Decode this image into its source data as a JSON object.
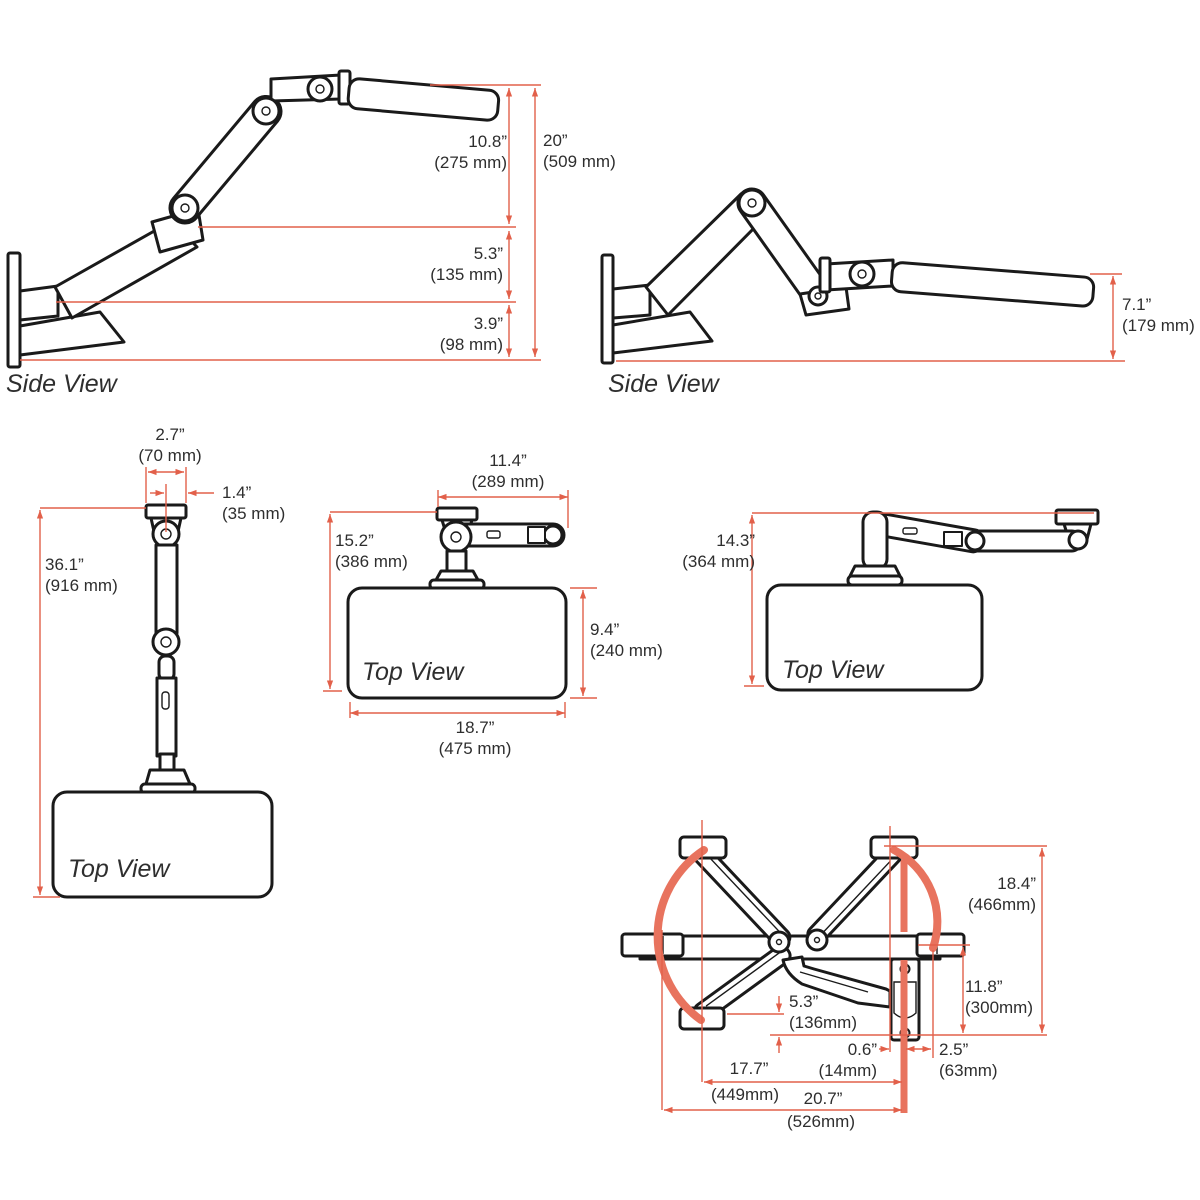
{
  "colors": {
    "dimension_line": "#e2604a",
    "motion_sweep": "#e8735e",
    "artwork_line": "#1a1a1a",
    "text": "#2e2e2e",
    "background": "#ffffff"
  },
  "views": {
    "side_view_raised": {
      "label": "Side View",
      "dims": {
        "upper_in": "10.8”",
        "upper_mm": "(275 mm)",
        "total_in": "20”",
        "total_mm": "(509 mm)",
        "middle_in": "5.3”",
        "middle_mm": "(135 mm)",
        "lower_in": "3.9”",
        "lower_mm": "(98 mm)"
      }
    },
    "side_view_lowered": {
      "label": "Side View",
      "dims": {
        "platform_in": "7.1”",
        "platform_mm": "(179 mm)"
      }
    },
    "top_view_extended": {
      "label": "Top View",
      "dims": {
        "mount_width_in": "2.7”",
        "mount_width_mm": "(70 mm)",
        "center_offset_in": "1.4”",
        "center_offset_mm": "(35 mm)",
        "reach_in": "36.1”",
        "reach_mm": "(916 mm)"
      }
    },
    "top_view_folded": {
      "label": "Top View",
      "dims": {
        "folded_width_in": "11.4”",
        "folded_width_mm": "(289 mm)",
        "folded_depth_in": "15.2”",
        "folded_depth_mm": "(386 mm)",
        "tray_depth_in": "9.4”",
        "tray_depth_mm": "(240 mm)",
        "tray_width_in": "18.7”",
        "tray_width_mm": "(475 mm)"
      }
    },
    "top_view_swung": {
      "label": "Top View",
      "dims": {
        "depth_in": "14.3”",
        "depth_mm": "(364 mm)"
      }
    },
    "range_of_motion": {
      "dims": {
        "above_in": "18.4”",
        "above_mm": "(466mm)",
        "below_in": "11.8”",
        "below_mm": "(300mm)",
        "drop_in": "5.3”",
        "drop_mm": "(136mm)",
        "offset_in": "0.6”",
        "offset_mm": "(14mm)",
        "side_clear_in": "2.5”",
        "side_clear_mm": "(63mm)",
        "swing_left_in": "17.7”",
        "swing_left_mm": "(449mm)",
        "swing_total_in": "20.7”",
        "swing_total_mm": "(526mm)"
      }
    }
  }
}
